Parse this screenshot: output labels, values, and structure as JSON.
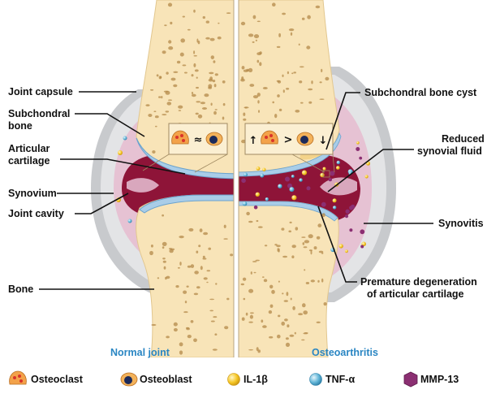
{
  "labels_left": {
    "joint_capsule": "Joint capsule",
    "subchondral_bone_1": "Subchondral",
    "subchondral_bone_2": "bone",
    "articular_cartilage_1": "Articular",
    "articular_cartilage_2": "cartilage",
    "synovium": "Synovium",
    "joint_cavity": "Joint cavity",
    "bone": "Bone"
  },
  "labels_right": {
    "subchondral_bone_cyst": "Subchondral bone cyst",
    "reduced_synovial_fluid_1": "Reduced",
    "reduced_synovial_fluid_2": "synovial fluid",
    "synovitis": "Synovitis",
    "premature_degeneration_1": "Premature degeneration",
    "premature_degeneration_2": "of articular cartilage"
  },
  "side_titles": {
    "normal": "Normal joint",
    "oa": "Osteoarthritis"
  },
  "inset": {
    "normal_relation": "≈",
    "oa_relation": ">",
    "oa_up": "↑",
    "oa_down": "↓"
  },
  "legend": [
    {
      "label": "Osteoclast",
      "icon": "osteoclast-icon"
    },
    {
      "label": "Osteoblast",
      "icon": "osteoblast-icon"
    },
    {
      "label": "IL-1β",
      "icon": "il1b-icon"
    },
    {
      "label": "TNF-α",
      "icon": "tnfa-icon"
    },
    {
      "label": "MMP-13",
      "icon": "mmp13-icon"
    }
  ],
  "colors": {
    "bone_fill": "#f8e4b8",
    "bone_pore": "#b48a4a",
    "capsule": "#d6d8da",
    "synovium": "#e7c6d6",
    "cavity": "#8e1438",
    "cartilage": "#a9cde8",
    "title_blue": "#2a86c3",
    "il1b": "#f5c623",
    "tnfa": "#5fb3d6",
    "mmp13": "#8b2f72"
  }
}
